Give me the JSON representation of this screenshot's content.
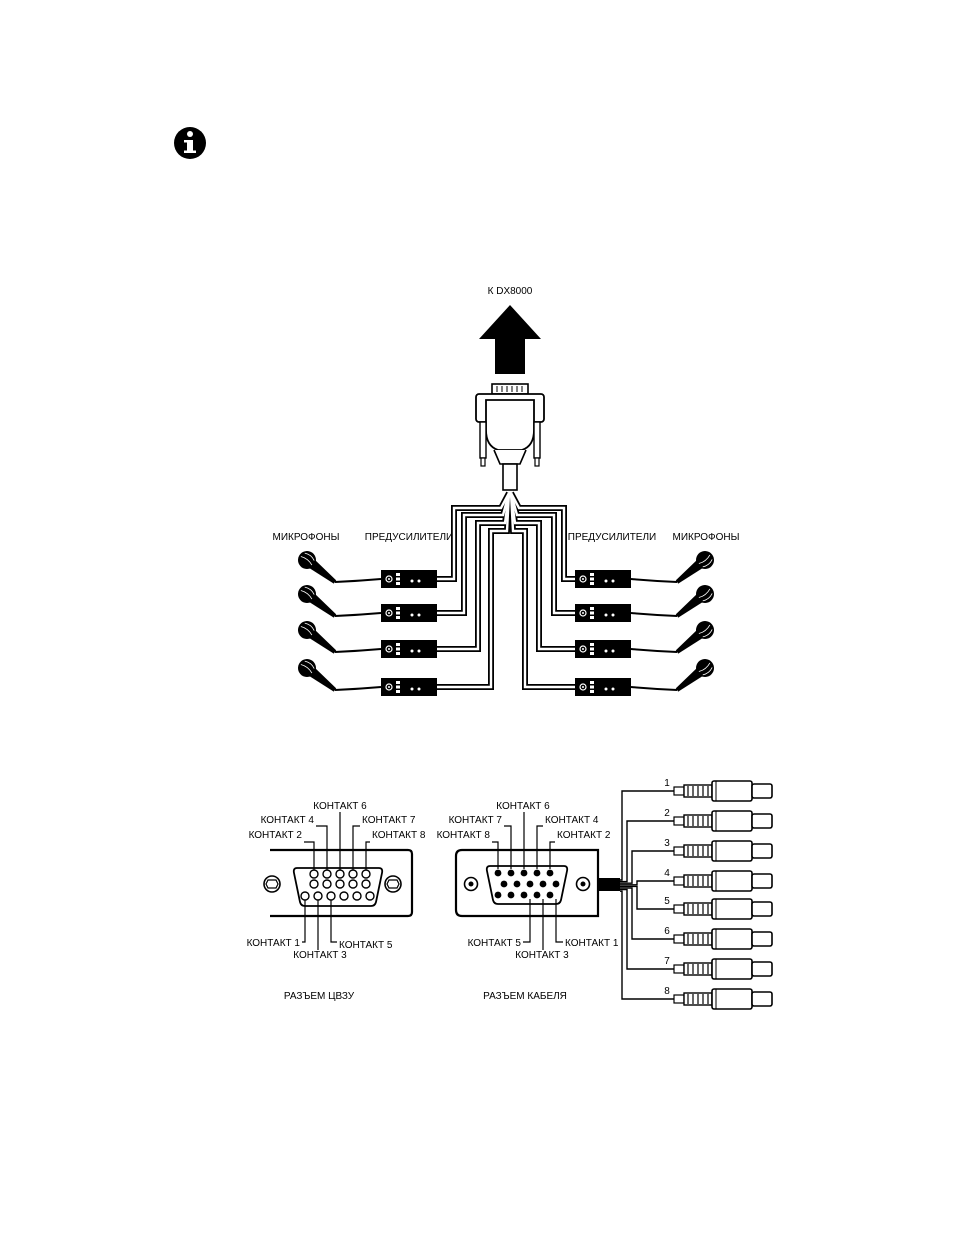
{
  "info_icon": "info-circle-icon",
  "top_diagram": {
    "arrow_label": "К DX8000",
    "left_mic_label": "МИКРОФОНЫ",
    "left_preamp_label": "ПРЕДУСИЛИТЕЛИ",
    "right_preamp_label": "ПРЕДУСИЛИТЕЛИ",
    "right_mic_label": "МИКРОФОНЫ"
  },
  "bottom_diagram": {
    "dvr_connector": {
      "caption": "РАЗЪЕМ ЦВЗУ",
      "pin_labels": {
        "p1": "КОНТАКТ 1",
        "p2": "КОНТАКТ 2",
        "p3": "КОНТАКТ 3",
        "p4": "КОНТАКТ 4",
        "p5": "КОНТАКТ 5",
        "p6": "КОНТАКТ 6",
        "p7": "КОНТАКТ 7",
        "p8": "КОНТАКТ 8"
      }
    },
    "cable_connector": {
      "caption": "РАЗЪЕМ КАБЕЛЯ",
      "pin_labels": {
        "p1": "КОНТАКТ 1",
        "p2": "КОНТАКТ 2",
        "p3": "КОНТАКТ 3",
        "p4": "КОНТАКТ 4",
        "p5": "КОНТАКТ 5",
        "p6": "КОНТАКТ 6",
        "p7": "КОНТАКТ 7",
        "p8": "КОНТАКТ 8"
      }
    },
    "rca_numbers": [
      "1",
      "2",
      "3",
      "4",
      "5",
      "6",
      "7",
      "8"
    ]
  }
}
